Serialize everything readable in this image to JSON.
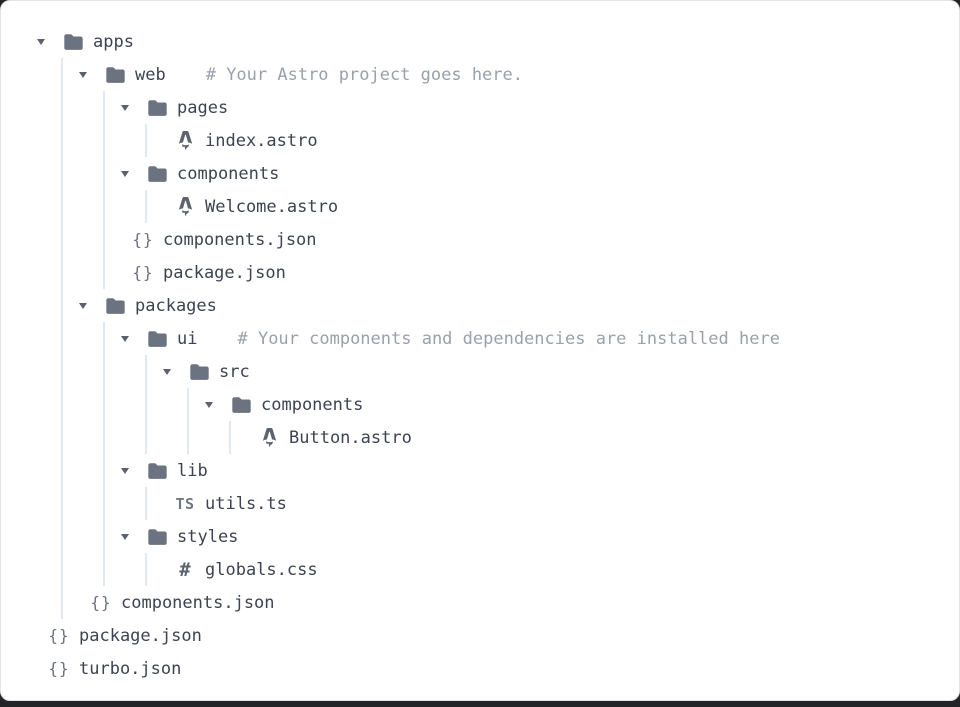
{
  "colors": {
    "card_bg": "#ffffff",
    "card_border": "#e4e4e7",
    "backdrop": "#232428",
    "text": "#3d4351",
    "comment": "#9aa1ac",
    "icon": "#6b7280",
    "guide": "#e2e8f0"
  },
  "tree": {
    "rows": [
      {
        "kind": "folder",
        "level": 0,
        "name": "apps",
        "icon": "folder-icon",
        "expanded": true
      },
      {
        "kind": "folder",
        "level": 1,
        "name": "web",
        "icon": "folder-icon",
        "expanded": true,
        "comment": "# Your Astro project goes here."
      },
      {
        "kind": "folder",
        "level": 2,
        "name": "pages",
        "icon": "folder-icon",
        "expanded": true
      },
      {
        "kind": "file",
        "level": 3,
        "name": "index.astro",
        "icon": "astro-icon"
      },
      {
        "kind": "folder",
        "level": 2,
        "name": "components",
        "icon": "folder-icon",
        "expanded": true
      },
      {
        "kind": "file",
        "level": 3,
        "name": "Welcome.astro",
        "icon": "astro-icon"
      },
      {
        "kind": "file",
        "level": 2,
        "name": "components.json",
        "icon": "json-icon"
      },
      {
        "kind": "file",
        "level": 2,
        "name": "package.json",
        "icon": "json-icon"
      },
      {
        "kind": "folder",
        "level": 1,
        "name": "packages",
        "icon": "folder-icon",
        "expanded": true
      },
      {
        "kind": "folder",
        "level": 2,
        "name": "ui",
        "icon": "folder-icon",
        "expanded": true,
        "comment": "# Your components and dependencies are installed here"
      },
      {
        "kind": "folder",
        "level": 3,
        "name": "src",
        "icon": "folder-icon",
        "expanded": true
      },
      {
        "kind": "folder",
        "level": 4,
        "name": "components",
        "icon": "folder-icon",
        "expanded": true
      },
      {
        "kind": "file",
        "level": 5,
        "name": "Button.astro",
        "icon": "astro-icon"
      },
      {
        "kind": "folder",
        "level": 2,
        "name": "lib",
        "icon": "folder-icon",
        "expanded": true
      },
      {
        "kind": "file",
        "level": 3,
        "name": "utils.ts",
        "icon": "ts-icon"
      },
      {
        "kind": "folder",
        "level": 2,
        "name": "styles",
        "icon": "folder-icon",
        "expanded": true
      },
      {
        "kind": "file",
        "level": 3,
        "name": "globals.css",
        "icon": "css-icon"
      },
      {
        "kind": "file",
        "level": 1,
        "name": "components.json",
        "icon": "json-icon"
      },
      {
        "kind": "file",
        "level": 0,
        "name": "package.json",
        "icon": "json-icon"
      },
      {
        "kind": "file",
        "level": 0,
        "name": "turbo.json",
        "icon": "json-icon"
      }
    ],
    "file_icon_glyphs": {
      "json-icon": "{}",
      "ts-icon": "TS",
      "css-icon": "#"
    }
  }
}
